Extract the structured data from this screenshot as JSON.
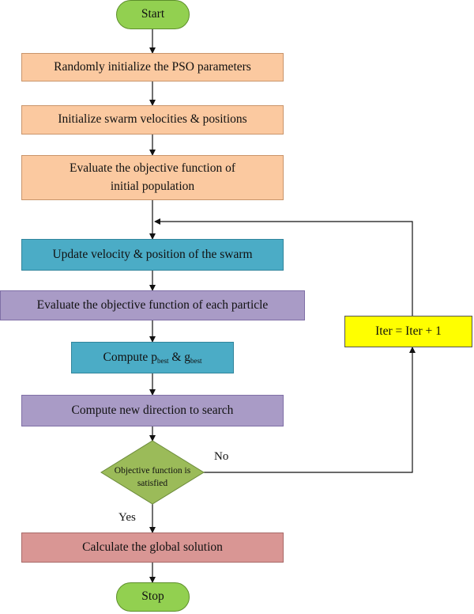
{
  "nodes": {
    "start": "Start",
    "init_params": "Randomly initialize the PSO parameters",
    "init_swarm": "Initialize swarm velocities & positions",
    "eval_initial": "Evaluate the objective function of initial population",
    "update": "Update velocity & position of the swarm",
    "eval_each": "Evaluate the objective function of each particle",
    "compute_prefix": "Compute p",
    "compute_p_sub": "best",
    "compute_mid": " & g",
    "compute_g_sub": "best",
    "new_direction": "Compute new direction to search",
    "decision": "Objective function is satisfied",
    "global_solution": "Calculate the global solution",
    "stop": "Stop",
    "iter": "Iter = Iter + 1"
  },
  "labels": {
    "no": "No",
    "yes": "Yes"
  },
  "colors": {
    "terminal": "#92d050",
    "init": "#fbc9a0",
    "update": "#4bacc6",
    "evaluate": "#a99bc6",
    "solution": "#d99694",
    "iter": "#ffff00",
    "decision": "#9bbb59"
  }
}
